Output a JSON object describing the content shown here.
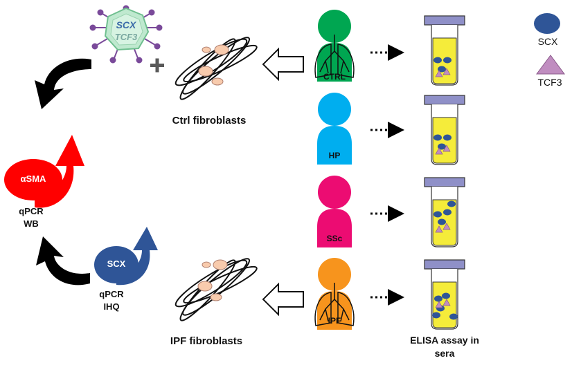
{
  "virus": {
    "line1": "SCX",
    "line2": "TCF3"
  },
  "plus_sign": "+",
  "ctrl_fibroblasts": "Ctrl fibroblasts",
  "ipf_fibroblasts": "IPF fibroblasts",
  "asma": "αSMA",
  "asma_methods": [
    "qPCR",
    "WB"
  ],
  "scx_arrow": "SCX",
  "scx_methods": [
    "qPCR",
    "IHQ"
  ],
  "patients": [
    {
      "label": "CTRL",
      "color": "#00a651",
      "lungs": true
    },
    {
      "label": "HP",
      "color": "#00aeef",
      "lungs": false
    },
    {
      "label": "SSc",
      "color": "#ec0c72",
      "lungs": false
    },
    {
      "label": "IPF",
      "color": "#f7941d",
      "lungs": true
    }
  ],
  "elisa_caption": [
    "ELISA assay in",
    "sera"
  ],
  "legend": {
    "scx": "SCX",
    "tcf3": "TCF3"
  },
  "colors": {
    "tube_fill": "#f5ec3a",
    "tube_cap": "#8f90c8",
    "scx_marker": "#2f5597",
    "tcf3_marker": "#c08dc0",
    "red_arrow": "#ff0000",
    "blue_arrow": "#2f5597"
  }
}
